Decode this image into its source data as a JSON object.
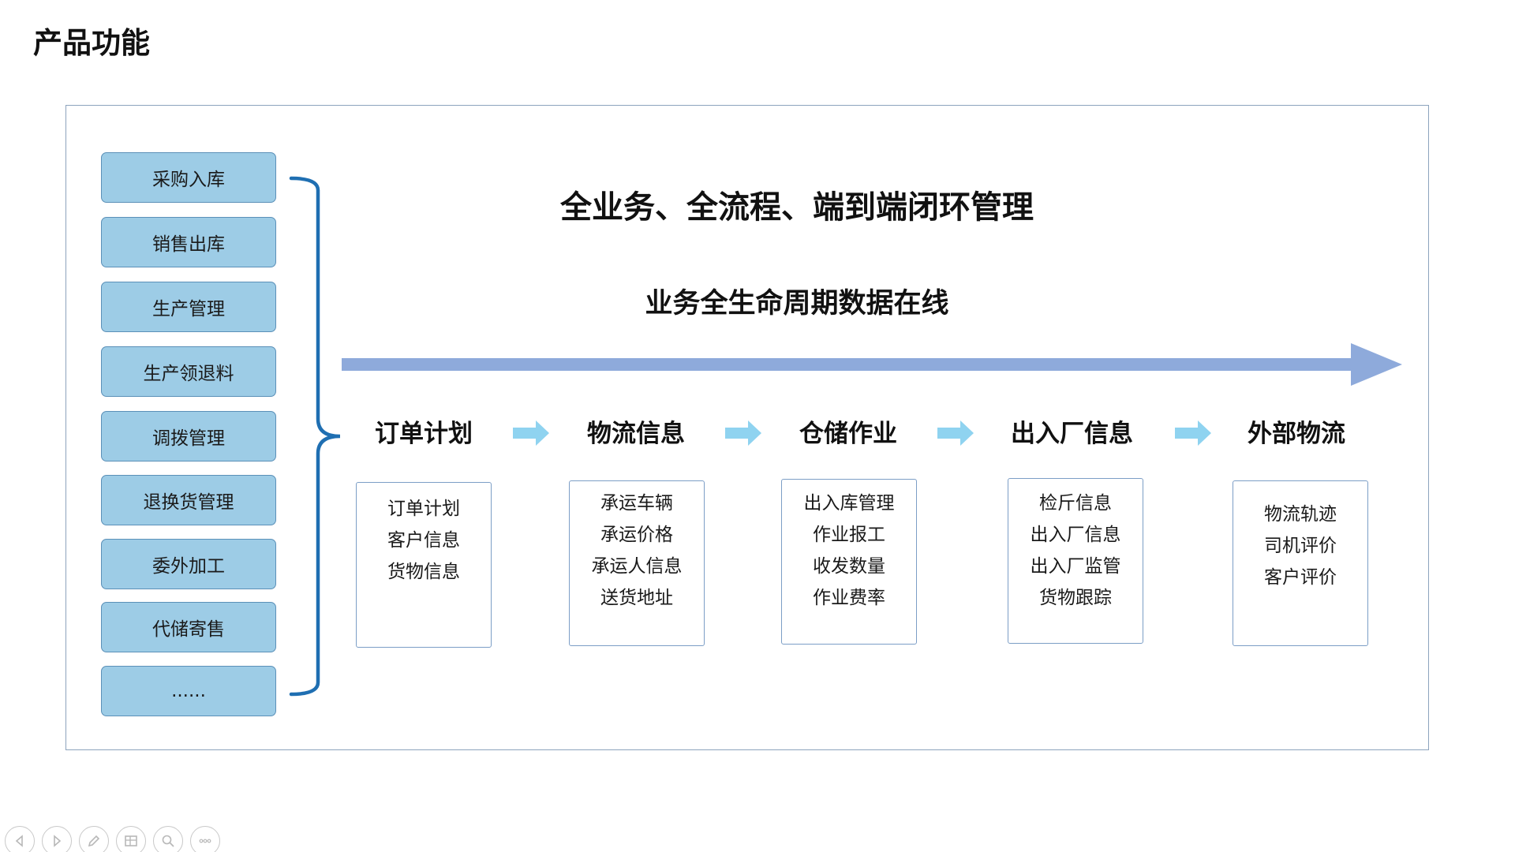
{
  "page": {
    "title": "产品功能"
  },
  "modules": [
    {
      "label": "采购入库"
    },
    {
      "label": "销售出库"
    },
    {
      "label": "生产管理"
    },
    {
      "label": "生产领退料"
    },
    {
      "label": "调拨管理"
    },
    {
      "label": "退换货管理"
    },
    {
      "label": "委外加工"
    },
    {
      "label": "代储寄售"
    },
    {
      "label": "......"
    }
  ],
  "headline": "全业务、全流程、端到端闭环管理",
  "subheadline": "业务全生命周期数据在线",
  "stages": [
    {
      "title": "订单计划",
      "items": [
        "订单计划",
        "客户信息",
        "货物信息"
      ]
    },
    {
      "title": "物流信息",
      "items": [
        "承运车辆",
        "承运价格",
        "承运人信息",
        "送货地址"
      ]
    },
    {
      "title": "仓储作业",
      "items": [
        "出入库管理",
        "作业报工",
        "收发数量",
        "作业费率"
      ]
    },
    {
      "title": "出入厂信息",
      "items": [
        "检斤信息",
        "出入厂信息",
        "出入厂监管",
        "货物跟踪"
      ]
    },
    {
      "title": "外部物流",
      "items": [
        "物流轨迹",
        "司机评价",
        "客户评价"
      ]
    }
  ],
  "colors": {
    "module_fill": "#9dcce6",
    "module_border": "#5b90b8",
    "bracket": "#1f6fb2",
    "main_arrow": "#8eaadb",
    "flow_arrow": "#8fd3f0",
    "box_border": "#7c9ec6"
  },
  "toolbar": {
    "icons": [
      "prev-icon",
      "next-icon",
      "pen-icon",
      "slides-icon",
      "zoom-icon",
      "more-icon"
    ]
  }
}
